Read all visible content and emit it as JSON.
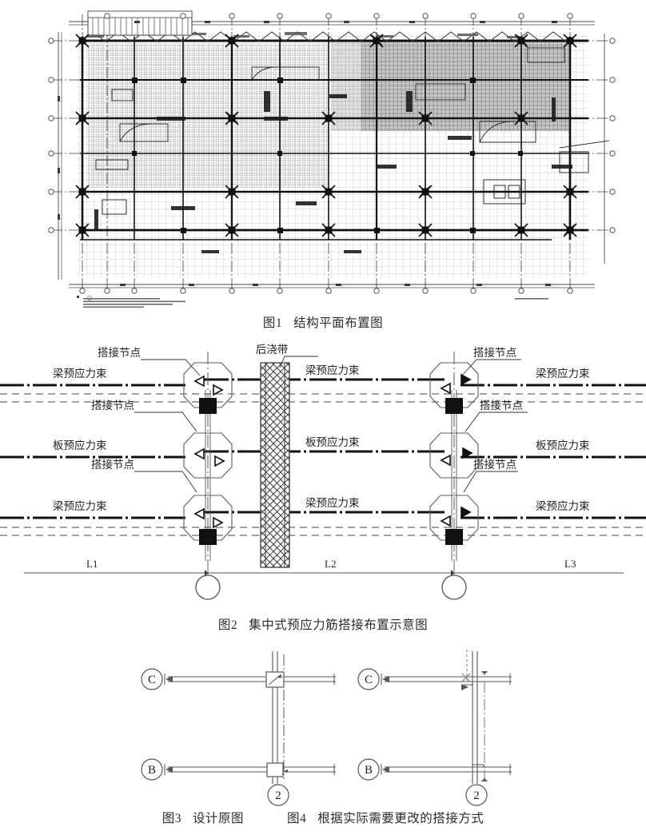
{
  "page": {
    "background": "#ffffff",
    "ink": "#1a1a1a"
  },
  "figures": [
    {
      "id": "fig1",
      "number": "图1",
      "title": "结构平面布置图",
      "kind": "cad-structural-plan",
      "description": "建筑结构平面布置图，含柱网、梁、轴线编号及局部加密区域",
      "grid": {
        "columns_horizontal": 13,
        "rows_vertical": 6,
        "has_shaded_zone": true,
        "shaded_zone_location": "upper-right"
      }
    },
    {
      "id": "fig2",
      "number": "图2",
      "title": "集中式预应力筋搭接布置示意图",
      "kind": "tendon-lap-layout",
      "spans": [
        "L1",
        "L2",
        "L3"
      ],
      "post_cast_strip_label": "后浇带",
      "node_label": "搭接节点",
      "beam_tendon_label": "梁预应力束",
      "slab_tendon_label": "板预应力束",
      "rows": [
        {
          "label_left": "梁预应力束",
          "label_right": "梁预应力束",
          "type": "beam"
        },
        {
          "label_left": "板预应力束",
          "label_right": "板预应力束",
          "type": "slab"
        },
        {
          "label_left": "梁预应力束",
          "label_right": "梁预应力束",
          "type": "beam"
        }
      ],
      "middle_labels": [
        "梁预应力束",
        "板预应力束",
        "梁预应力束"
      ],
      "node_labels": [
        "搭接节点",
        "搭接节点",
        "搭接节点",
        "搭接节点",
        "搭接节点",
        "搭接节点"
      ]
    },
    {
      "id": "fig3",
      "number": "图3",
      "title": "设计原图",
      "kind": "beam-column-detail",
      "grid_bubbles": [
        "C",
        "B",
        "2"
      ]
    },
    {
      "id": "fig4",
      "number": "图4",
      "title": "根据实际需要更改的搭接方式",
      "kind": "beam-column-detail",
      "grid_bubbles": [
        "C",
        "B",
        "2"
      ]
    }
  ],
  "captions": {
    "fig1_num": "图1",
    "fig1_title": "结构平面布置图",
    "fig2_num": "图2",
    "fig2_title": "集中式预应力筋搭接布置示意图",
    "fig3_num": "图3",
    "fig3_title": "设计原图",
    "fig4_num": "图4",
    "fig4_title": "根据实际需要更改的搭接方式"
  },
  "fig2_labels": {
    "node": "搭接节点",
    "strip": "后浇带",
    "beam": "梁预应力束",
    "slab": "板预应力束",
    "span1": "L1",
    "span2": "L2",
    "span3": "L3"
  },
  "fig34_bubbles": {
    "c": "C",
    "b": "B",
    "two": "2"
  }
}
